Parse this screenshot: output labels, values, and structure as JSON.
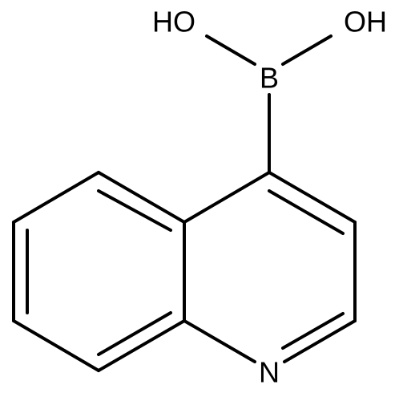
{
  "molecule": {
    "atoms": {
      "boron": "B",
      "hydroxyl_left": "HO",
      "hydroxyl_right": "OH",
      "ring_nitrogen": "N"
    },
    "line_color": "#000000",
    "background_color": "#ffffff"
  }
}
